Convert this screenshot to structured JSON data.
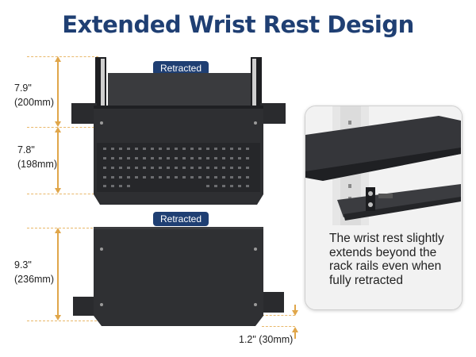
{
  "title": "Extended Wrist Rest Design",
  "top_view": {
    "badge": "Retracted",
    "dim1_in": "7.9\"",
    "dim1_mm": "(200mm)",
    "dim2_in": "7.8\"",
    "dim2_mm": "(198mm)"
  },
  "bottom_view": {
    "badge": "Retracted",
    "dim_in": "9.3\"",
    "dim_mm": "(236mm)",
    "overhang": "1.2\" (30mm)"
  },
  "detail": {
    "caption": "The  wrist rest slightly extends beyond the rack rails even when fully retracted"
  },
  "colors": {
    "title": "#1f3f73",
    "badge": "#1f3f73",
    "dimension": "#e0a64a",
    "metal": "#2e2f32"
  }
}
